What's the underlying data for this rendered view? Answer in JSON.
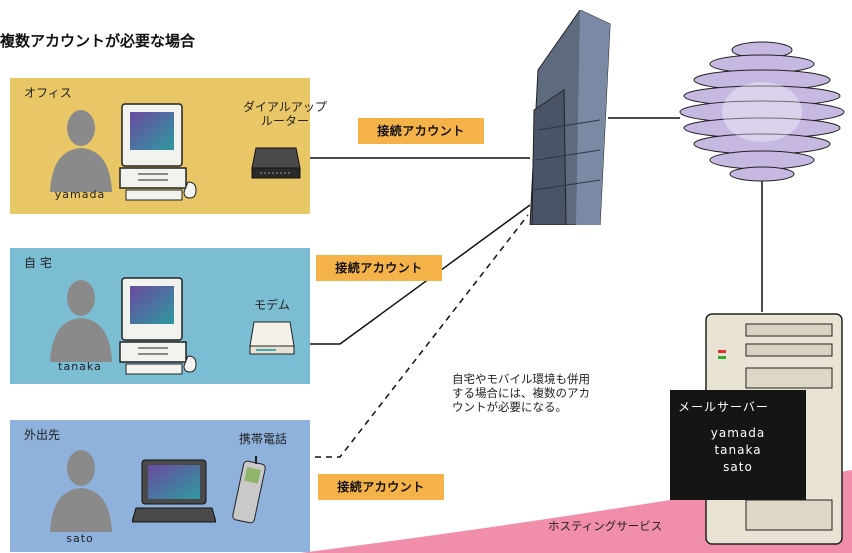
{
  "title": "複数アカウントが必要な場合",
  "panels": [
    {
      "label": "オフィス",
      "user": "yamada",
      "color": "#e9c766"
    },
    {
      "label": "自 宅",
      "user": "tanaka",
      "color": "#7bbdd3"
    },
    {
      "label": "外出先",
      "user": "sato",
      "color": "#8fb2dc"
    }
  ],
  "devices": {
    "router": "ダイアルアップ\nルーター",
    "modem": "モデム",
    "phone": "携帯電話"
  },
  "account_tag": "接続アカウント",
  "note": "自宅やモバイル環境も併用\nする場合には、複数のアカ\nウントが必要になる。",
  "mail_server": {
    "title": "メールサーバー",
    "users": [
      "yamada",
      "tanaka",
      "sato"
    ]
  },
  "hosting_label": "ホスティングサービス",
  "colors": {
    "tag": "#f4b249",
    "office": "#e9c766",
    "home": "#7bbdd3",
    "mobile": "#8fb2dc",
    "pink": "#ef7a9a"
  }
}
